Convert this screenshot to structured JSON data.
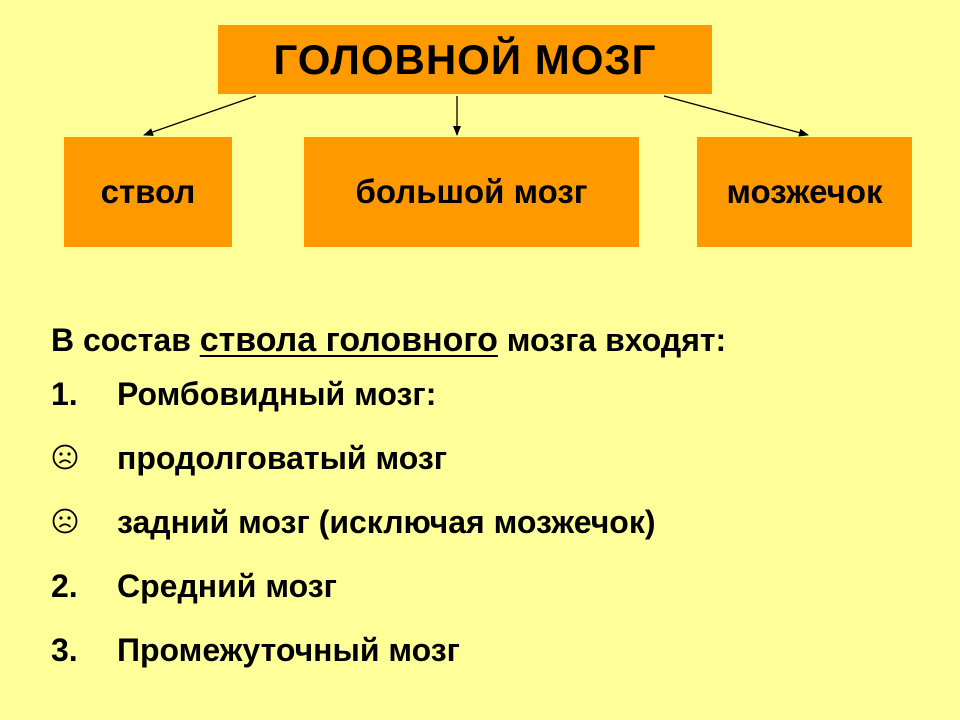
{
  "diagram": {
    "root": {
      "label": "ГОЛОВНОЙ  МОЗГ"
    },
    "children": [
      {
        "label": "ствол"
      },
      {
        "label": "большой мозг"
      },
      {
        "label": "мозжечок"
      }
    ]
  },
  "text": {
    "intro_prefix": "В состав ",
    "intro_emphasis": "ствола головного",
    "intro_suffix": " мозга входят:",
    "items": [
      {
        "marker": "1.",
        "label": "Ромбовидный мозг:",
        "marker_type": "number"
      },
      {
        "marker": "",
        "label": "продолговатый мозг",
        "marker_type": "sad-face-icon"
      },
      {
        "marker": "",
        "label": "задний мозг (исключая мозжечок)",
        "marker_type": "sad-face-icon"
      },
      {
        "marker": "2.",
        "label": "Средний мозг",
        "marker_type": "number"
      },
      {
        "marker": "3.",
        "label": "Промежуточный мозг",
        "marker_type": "number"
      }
    ]
  },
  "colors": {
    "background": "#ffff99",
    "box_fill": "#ff9900",
    "text": "#000000"
  }
}
